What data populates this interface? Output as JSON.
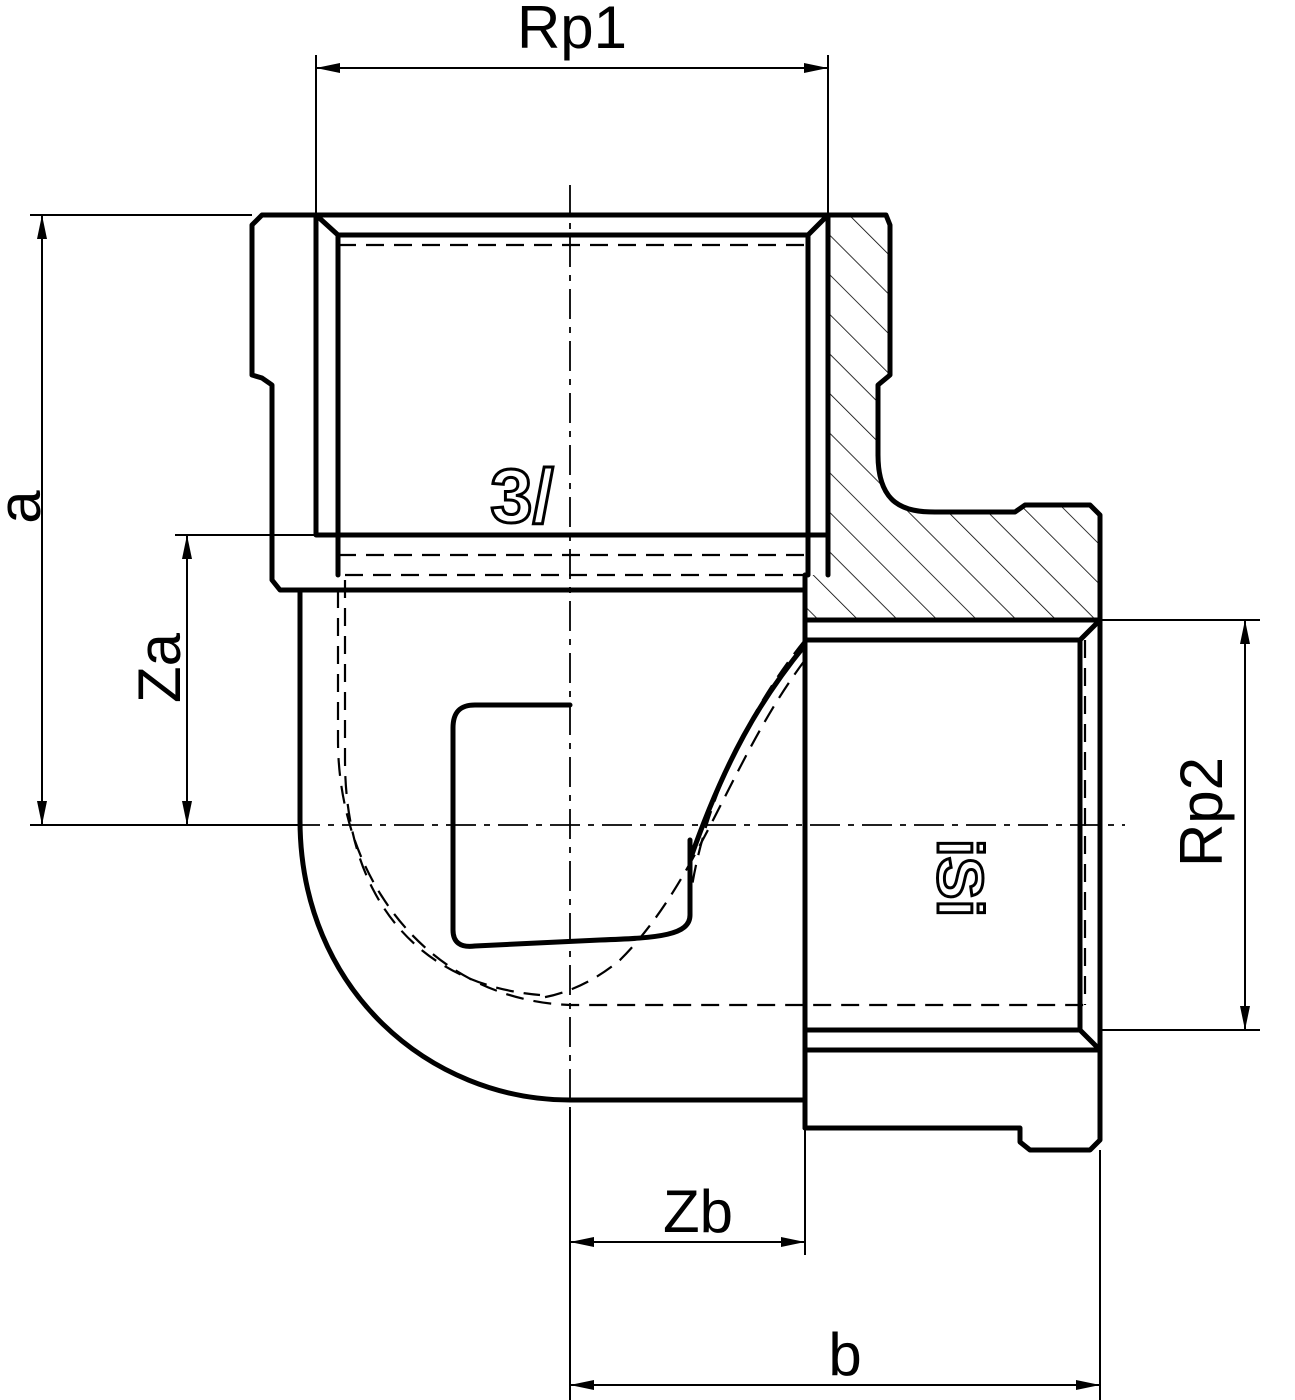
{
  "labels": {
    "rp1": "Rp1",
    "rp2": "Rp2",
    "a": "a",
    "za": "Za",
    "zb": "Zb",
    "b": "b",
    "size_mark": "3/",
    "brand_mark": "iSi"
  },
  "colors": {
    "line": "#000000",
    "background": "#ffffff"
  }
}
